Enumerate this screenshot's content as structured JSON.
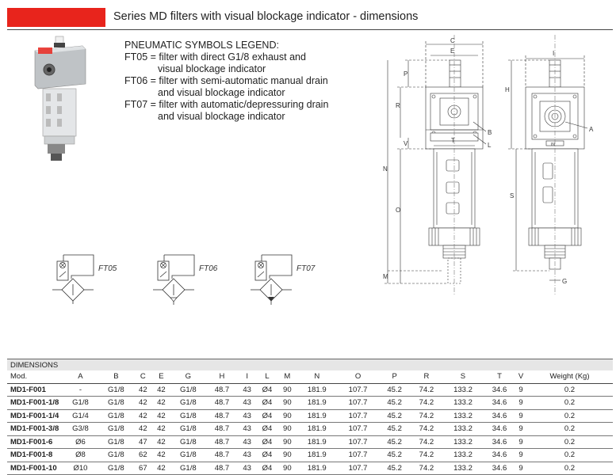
{
  "header": {
    "title": "Series MD filters with visual blockage indicator - dimensions",
    "accent_color": "#e8241c"
  },
  "legend": {
    "heading": "PNEUMATIC SYMBOLS LEGEND:",
    "items": [
      {
        "line1": "FT05 = filter with direct G1/8 exhaust and",
        "line2": "visual blockage indicator"
      },
      {
        "line1": "FT06 = filter with semi-automatic manual drain",
        "line2": "and visual blockage indicator"
      },
      {
        "line1": "FT07 = filter with automatic/depressuring drain",
        "line2": "and visual blockage indicator"
      }
    ]
  },
  "symbols": [
    {
      "label": "FT05"
    },
    {
      "label": "FT06"
    },
    {
      "label": "FT07"
    }
  ],
  "drawing": {
    "front_labels": [
      "C",
      "E",
      "P",
      "R",
      "N",
      "O",
      "V",
      "T",
      "M",
      "B",
      "L"
    ],
    "side_labels": [
      "I",
      "H",
      "A",
      "S",
      "G"
    ],
    "label_C": "C",
    "label_E": "E",
    "label_P": "P",
    "label_R": "R",
    "label_N": "N",
    "label_O": "O",
    "label_V": "V",
    "label_T": "T",
    "label_M": "M",
    "label_B": "B",
    "label_L": "L",
    "label_I": "I",
    "label_H": "H",
    "label_A": "A",
    "label_S": "S",
    "label_G": "G",
    "label_in": "IN"
  },
  "table": {
    "section_title": "DIMENSIONS",
    "columns": [
      "Mod.",
      "A",
      "B",
      "C",
      "E",
      "G",
      "H",
      "I",
      "L",
      "M",
      "N",
      "O",
      "P",
      "R",
      "S",
      "T",
      "V",
      "Weight (Kg)"
    ],
    "rows": [
      [
        "MD1-F001",
        "-",
        "G1/8",
        "42",
        "42",
        "G1/8",
        "48.7",
        "43",
        "Ø4",
        "90",
        "181.9",
        "107.7",
        "45.2",
        "74.2",
        "133.2",
        "34.6",
        "9",
        "0.2"
      ],
      [
        "MD1-F001-1/8",
        "G1/8",
        "G1/8",
        "42",
        "42",
        "G1/8",
        "48.7",
        "43",
        "Ø4",
        "90",
        "181.9",
        "107.7",
        "45.2",
        "74.2",
        "133.2",
        "34.6",
        "9",
        "0.2"
      ],
      [
        "MD1-F001-1/4",
        "G1/4",
        "G1/8",
        "42",
        "42",
        "G1/8",
        "48.7",
        "43",
        "Ø4",
        "90",
        "181.9",
        "107.7",
        "45.2",
        "74.2",
        "133.2",
        "34.6",
        "9",
        "0.2"
      ],
      [
        "MD1-F001-3/8",
        "G3/8",
        "G1/8",
        "42",
        "42",
        "G1/8",
        "48.7",
        "43",
        "Ø4",
        "90",
        "181.9",
        "107.7",
        "45.2",
        "74.2",
        "133.2",
        "34.6",
        "9",
        "0.2"
      ],
      [
        "MD1-F001-6",
        "Ø6",
        "G1/8",
        "47",
        "42",
        "G1/8",
        "48.7",
        "43",
        "Ø4",
        "90",
        "181.9",
        "107.7",
        "45.2",
        "74.2",
        "133.2",
        "34.6",
        "9",
        "0.2"
      ],
      [
        "MD1-F001-8",
        "Ø8",
        "G1/8",
        "62",
        "42",
        "G1/8",
        "48.7",
        "43",
        "Ø4",
        "90",
        "181.9",
        "107.7",
        "45.2",
        "74.2",
        "133.2",
        "34.6",
        "9",
        "0.2"
      ],
      [
        "MD1-F001-10",
        "Ø10",
        "G1/8",
        "67",
        "42",
        "G1/8",
        "48.7",
        "43",
        "Ø4",
        "90",
        "181.9",
        "107.7",
        "45.2",
        "74.2",
        "133.2",
        "34.6",
        "9",
        "0.2"
      ]
    ]
  }
}
